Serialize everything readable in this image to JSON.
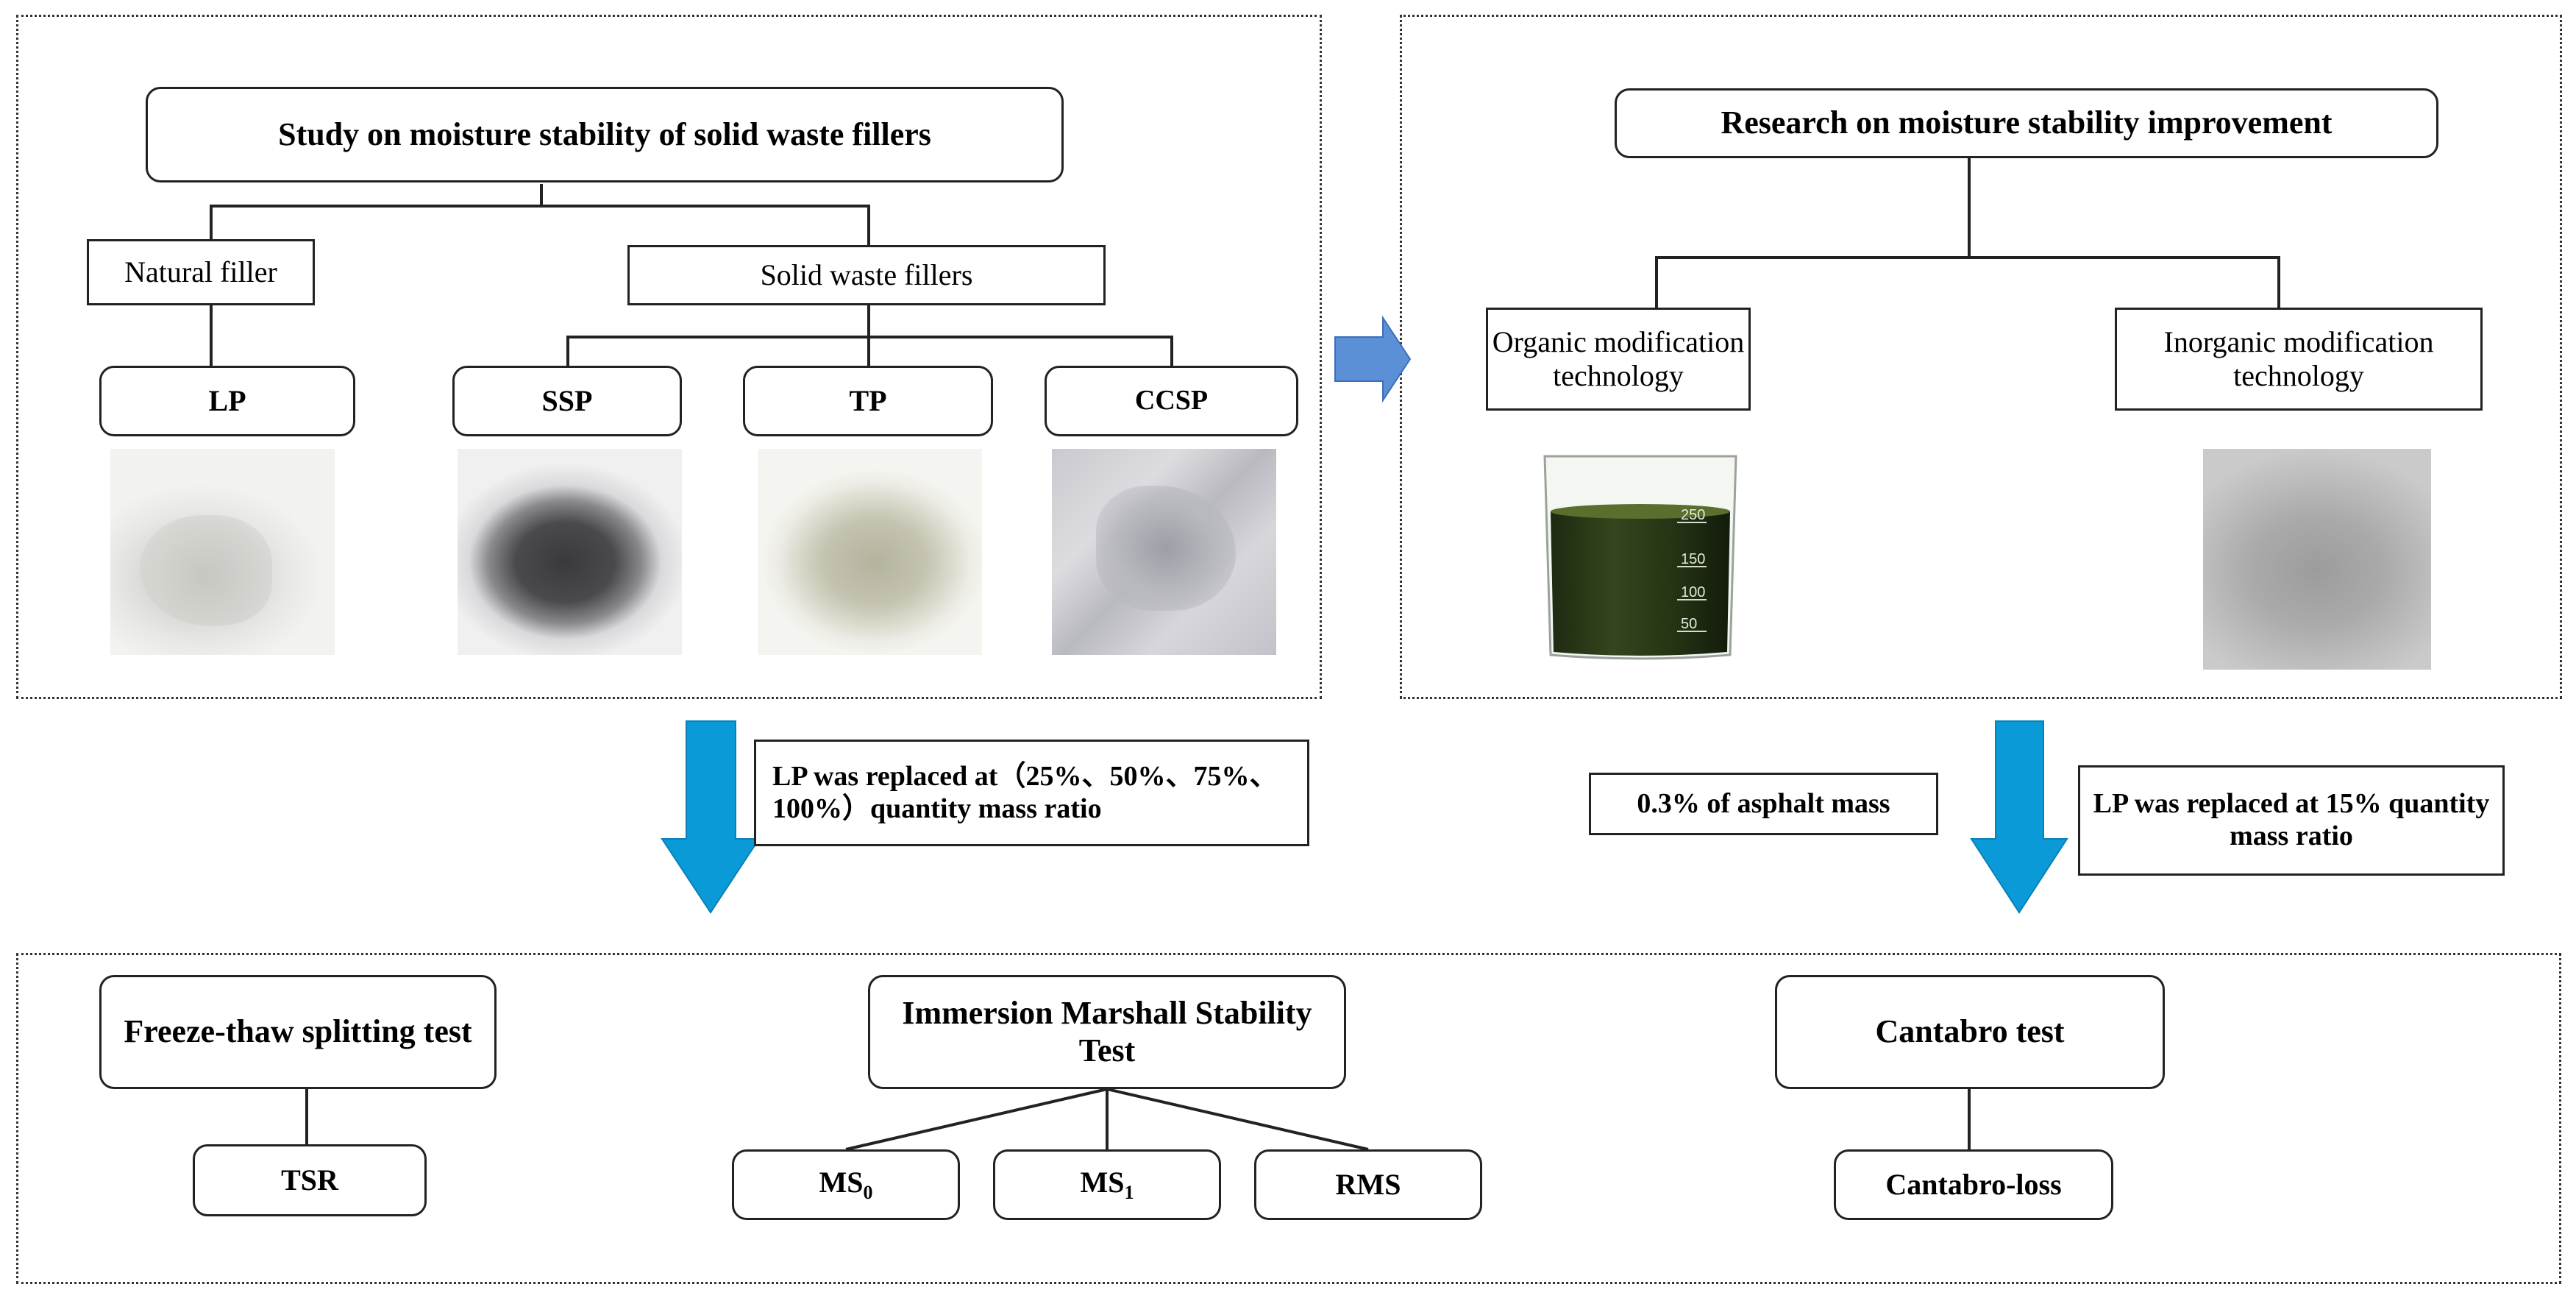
{
  "left_panel": {
    "title": "Study on moisture stability of solid waste fillers",
    "natural_filler": "Natural filler",
    "solid_waste_fillers": "Solid waste fillers",
    "fillers": {
      "lp": "LP",
      "ssp": "SSP",
      "tp": "TP",
      "ccsp": "CCSP"
    }
  },
  "right_panel": {
    "title": "Research on moisture stability improvement",
    "organic": "Organic modification technology",
    "inorganic": "Inorganic modification technology",
    "beaker_marks": [
      "250",
      "150",
      "100",
      "50"
    ]
  },
  "notes": {
    "left": "LP was replaced at（25%、50%、75%、100%）quantity mass ratio",
    "asphalt": "0.3% of asphalt mass",
    "right": "LP was replaced at 15% quantity mass ratio"
  },
  "bottom_panel": {
    "freeze_thaw": "Freeze-thaw splitting  test",
    "tsr": "TSR",
    "marshall": "Immersion Marshall Stability Test",
    "ms0_base": "MS",
    "ms0_sub": "0",
    "ms1_base": "MS",
    "ms1_sub": "1",
    "rms": "RMS",
    "cantabro": "Cantabro test",
    "cantabro_loss": "Cantabro-loss"
  },
  "colors": {
    "arrow_blue": "#0a9ad8",
    "arrow_light": "#5b8fd6",
    "panel_border": "#333333"
  },
  "icons": [
    "down-arrow-icon",
    "right-arrow-icon"
  ]
}
